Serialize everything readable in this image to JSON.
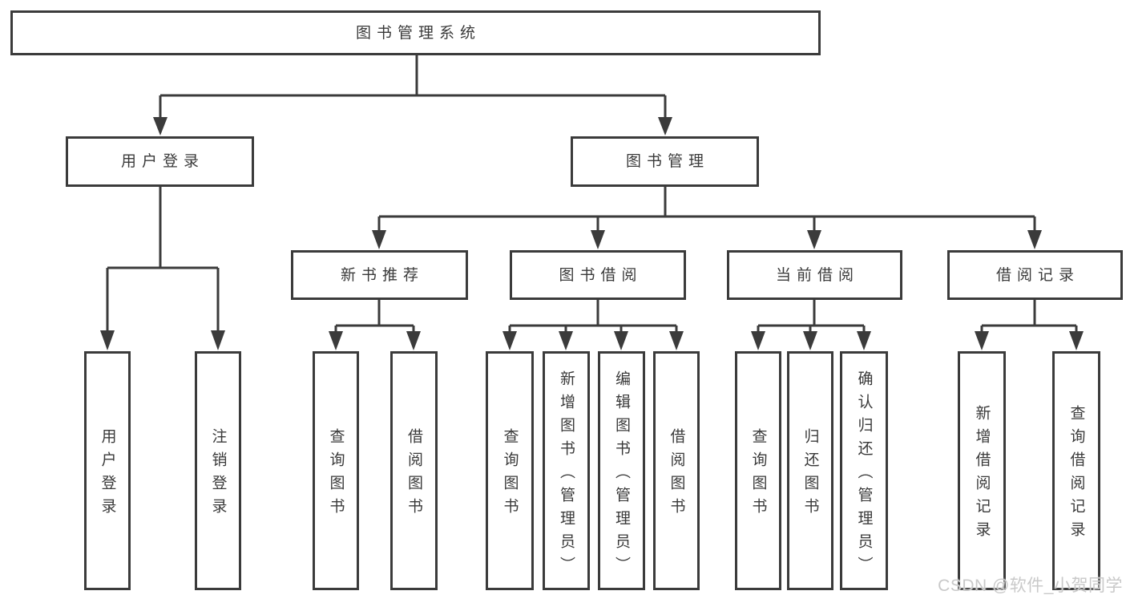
{
  "colors": {
    "line": "#3b3b3b",
    "text": "#3a3a3a",
    "background": "#ffffff",
    "watermark": "#c9c9c9"
  },
  "root": {
    "label": "图书管理系统"
  },
  "branches": [
    {
      "label": "用户登录",
      "children": [
        {
          "label": "用户登录"
        },
        {
          "label": "注销登录"
        }
      ]
    },
    {
      "label": "图书管理",
      "children": [
        {
          "label": "新书推荐",
          "children": [
            {
              "label": "查询图书"
            },
            {
              "label": "借阅图书"
            }
          ]
        },
        {
          "label": "图书借阅",
          "children": [
            {
              "label": "查询图书"
            },
            {
              "label": "新增图书（管理员）"
            },
            {
              "label": "编辑图书（管理员）"
            },
            {
              "label": "借阅图书"
            }
          ]
        },
        {
          "label": "当前借阅",
          "children": [
            {
              "label": "查询图书"
            },
            {
              "label": "归还图书"
            },
            {
              "label": "确认归还（管理员）"
            }
          ]
        },
        {
          "label": "借阅记录",
          "children": [
            {
              "label": "新增借阅记录"
            },
            {
              "label": "查询借阅记录"
            }
          ]
        }
      ]
    }
  ],
  "watermark": {
    "text": "CSDN @软件_小贺同学"
  }
}
